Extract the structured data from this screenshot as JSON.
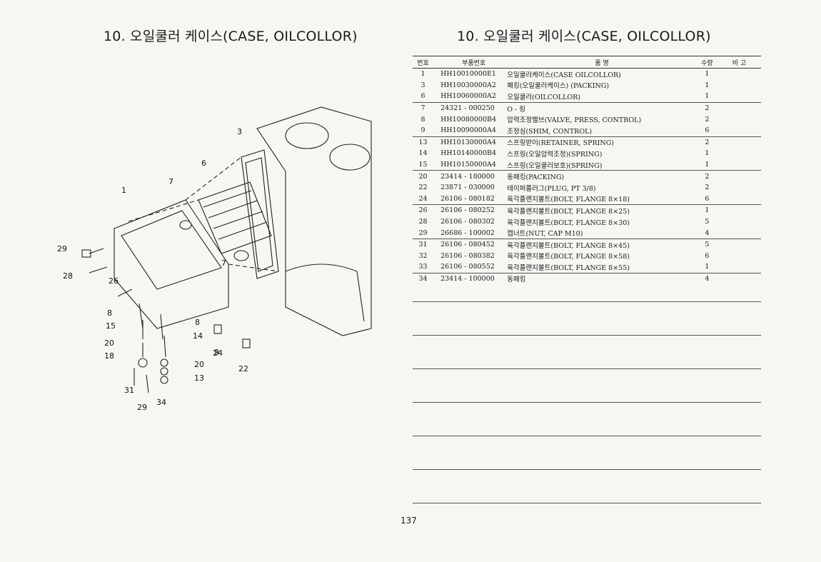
{
  "page": {
    "title_left": "10. 오일쿨러 케이스(CASE, OILCOLLOR)",
    "title_right": "10. 오일쿨러 케이스(CASE, OILCOLLOR)",
    "page_number": "137"
  },
  "table": {
    "headers": {
      "no": "번호",
      "part_number": "부품번호",
      "name": "품 명",
      "qty": "수량",
      "remarks": "비 고"
    },
    "rows": [
      {
        "no": "1",
        "part_number": "HH10010000E1",
        "name": "오일쿨러케이스(CASE OILCOLLOR)",
        "qty": "1"
      },
      {
        "no": "3",
        "part_number": "HH10030000A2",
        "name": "패킹(오일쿨러케이스) (PACKING)",
        "qty": "1"
      },
      {
        "no": "6",
        "part_number": "HH10060000A2",
        "name": "오일쿨러(OILCOLLOR)",
        "qty": "1"
      },
      {
        "no": "7",
        "part_number": "24321 - 000250",
        "name": "O - 링",
        "qty": "2"
      },
      {
        "no": "8",
        "part_number": "HH10080000B4",
        "name": "압력조정밸브(VALVE, PRESS, CONTROL)",
        "qty": "2"
      },
      {
        "no": "9",
        "part_number": "HH10090000A4",
        "name": "조정심(SHIM, CONTROL)",
        "qty": "6"
      },
      {
        "no": "13",
        "part_number": "HH10130000A4",
        "name": "스프링받이(RETAINER, SPRING)",
        "qty": "2"
      },
      {
        "no": "14",
        "part_number": "HH10140000B4",
        "name": "스프링(오일압력조정)(SPRING)",
        "qty": "1"
      },
      {
        "no": "15",
        "part_number": "HH10150000A4",
        "name": "스프링(오일쿨러보호)(SPRING)",
        "qty": "1"
      },
      {
        "no": "20",
        "part_number": "23414 - 180000",
        "name": "동패킹(PACKING)",
        "qty": "2"
      },
      {
        "no": "22",
        "part_number": "23871 - 030000",
        "name": "테이퍼플러그(PLUG, PT 3/8)",
        "qty": "2"
      },
      {
        "no": "24",
        "part_number": "26106 - 080182",
        "name": "육각플랜지볼트(BOLT, FLANGE 8×18)",
        "qty": "6"
      },
      {
        "no": "26",
        "part_number": "26106 - 080252",
        "name": "육각플랜지볼트(BOLT, FLANGE 8×25)",
        "qty": "1"
      },
      {
        "no": "28",
        "part_number": "26106 - 080302",
        "name": "육각플랜지볼트(BOLT, FLANGE 8×30)",
        "qty": "5"
      },
      {
        "no": "29",
        "part_number": "26686 - 100002",
        "name": "캡너트(NUT, CAP M10)",
        "qty": "4"
      },
      {
        "no": "31",
        "part_number": "26106 - 080452",
        "name": "육각플랜지볼트(BOLT, FLANGE 8×45)",
        "qty": "5"
      },
      {
        "no": "32",
        "part_number": "26106 - 080382",
        "name": "육각플랜지볼트(BOLT, FLANGE 8×58)",
        "qty": "6"
      },
      {
        "no": "33",
        "part_number": "26106 - 080552",
        "name": "육각플랜지볼트(BOLT, FLANGE 8×55)",
        "qty": "1"
      },
      {
        "no": "34",
        "part_number": "23414 - 100000",
        "name": "동패킹",
        "qty": "4"
      }
    ]
  },
  "diagram": {
    "callouts": [
      "3",
      "6",
      "7",
      "1",
      "29",
      "28",
      "26",
      "8",
      "15",
      "20",
      "18",
      "31",
      "29",
      "34",
      "8",
      "14",
      "9",
      "20",
      "13",
      "24",
      "7",
      "22"
    ]
  }
}
